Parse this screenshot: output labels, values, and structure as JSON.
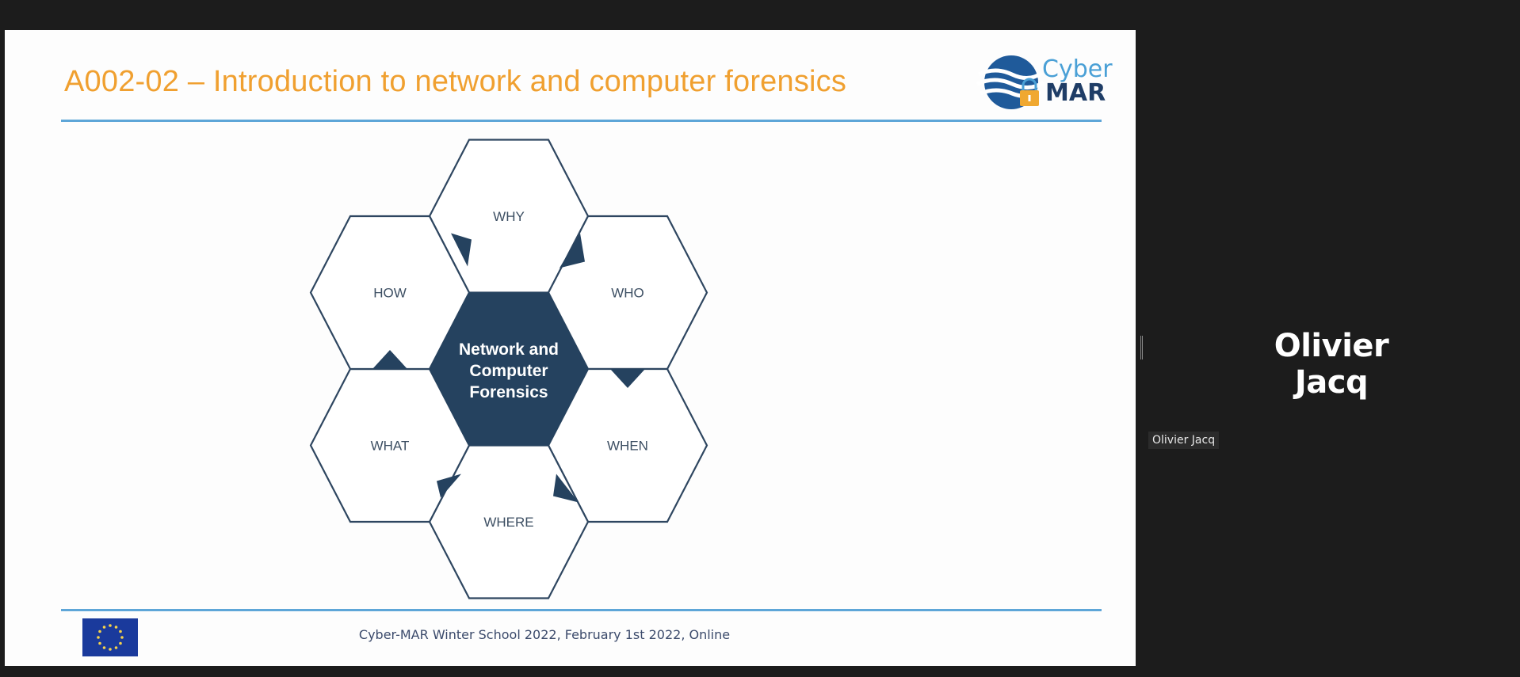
{
  "slide": {
    "title": "A002-02 – Introduction to network and computer forensics",
    "logo": {
      "line1": "Cyber",
      "line2": "MAR",
      "icon": "padlock-wave-icon"
    },
    "diagram": {
      "center": [
        "Network and",
        "Computer",
        "Forensics"
      ],
      "petals": [
        "WHY",
        "WHO",
        "WHEN",
        "WHERE",
        "WHAT",
        "HOW"
      ]
    },
    "footer": "Cyber-MAR Winter School 2022, February 1st 2022, Online",
    "footer_icon": "eu-flag-icon",
    "colors": {
      "title": "#f0a030",
      "rule": "#5ea6d8",
      "hex_dark": "#25425f",
      "hex_stroke": "#2e4660"
    }
  },
  "participant": {
    "display_name": "Olivier Jacq",
    "name_tag": "Olivier Jacq"
  }
}
